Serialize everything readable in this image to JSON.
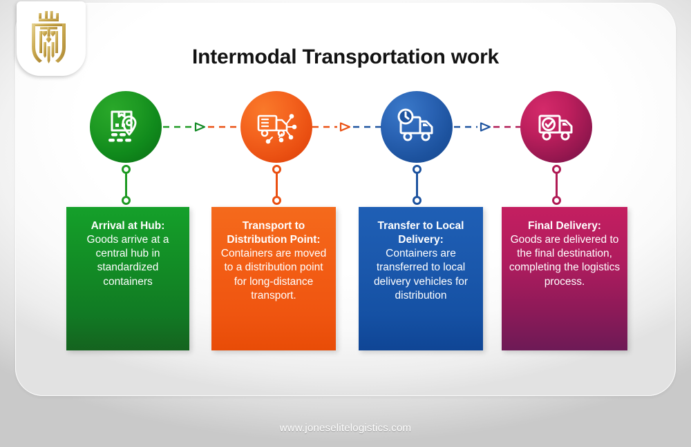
{
  "header": {
    "title": "Intermodal Transportation work",
    "logo_icon": "crest-shield-logo"
  },
  "steps": [
    {
      "icon": "package-location-pin-icon",
      "heading": "Arrival at Hub:",
      "body": "Goods arrive at a central hub in standardized containers",
      "color": "#128a25",
      "accent": "#1e9a23"
    },
    {
      "icon": "truck-network-nodes-icon",
      "heading": "Transport to Distribution Point:",
      "body": "Containers are moved to a distribution point for long-distance transport.",
      "color": "#f25c14",
      "accent": "#ea5012"
    },
    {
      "icon": "truck-clock-icon",
      "heading": "Transfer to Local Delivery:",
      "body": "Containers are transferred to local delivery vehicles for distribution",
      "color": "#1a57ab",
      "accent": "#1d539f"
    },
    {
      "icon": "truck-check-icon",
      "heading": "Final Delivery:",
      "body": "Goods are delivered to the final destination, completing the logistics process.",
      "color": "#ae1c5e",
      "accent": "#95174f"
    }
  ],
  "connectors": [
    {
      "left_color": "#1e9a23",
      "right_color": "#ea5012",
      "arrow_color": "#128a25",
      "arrow_icon": "triangle-right-icon"
    },
    {
      "left_color": "#ea5012",
      "right_color": "#1d539f",
      "arrow_color": "#ea5012",
      "arrow_icon": "triangle-right-icon"
    },
    {
      "left_color": "#1d539f",
      "right_color": "#b01b55",
      "arrow_color": "#1d539f",
      "arrow_icon": "triangle-right-icon"
    }
  ],
  "footer": {
    "website": "www.joneselitelogistics.com"
  }
}
